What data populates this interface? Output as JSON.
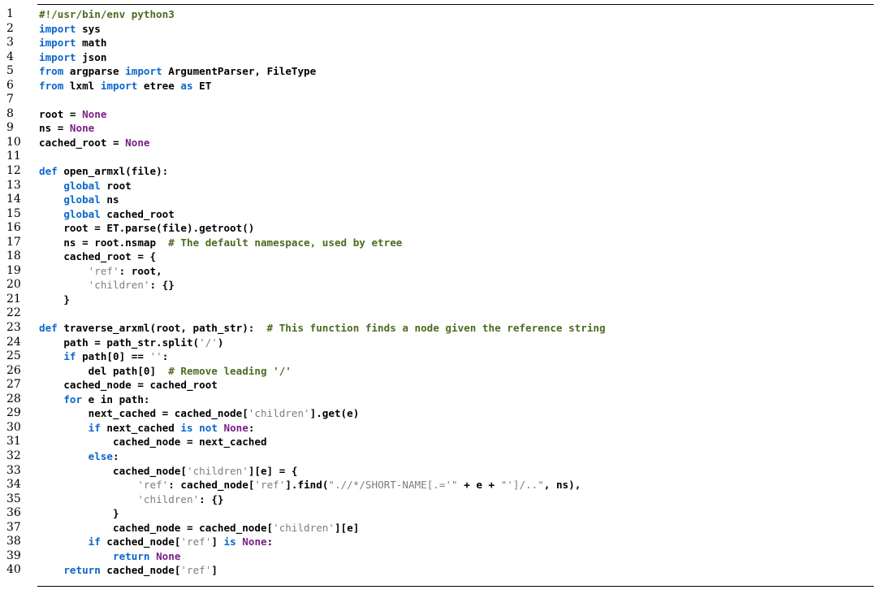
{
  "code_listing": {
    "colors": {
      "keyword": "#0a66cc",
      "constant": "#7a1f87",
      "string": "#7d7d7d",
      "comment": "#4b6b1f",
      "text": "#000000"
    },
    "lines": [
      {
        "n": "1",
        "t": [
          [
            "com",
            "#!/usr/bin/env python3"
          ]
        ]
      },
      {
        "n": "2",
        "t": [
          [
            "kw",
            "import"
          ],
          [
            "",
            " sys"
          ]
        ]
      },
      {
        "n": "3",
        "t": [
          [
            "kw",
            "import"
          ],
          [
            "",
            " math"
          ]
        ]
      },
      {
        "n": "4",
        "t": [
          [
            "kw",
            "import"
          ],
          [
            "",
            " json"
          ]
        ]
      },
      {
        "n": "5",
        "t": [
          [
            "kw",
            "from"
          ],
          [
            "",
            " argparse "
          ],
          [
            "kw",
            "import"
          ],
          [
            "",
            " ArgumentParser, FileType"
          ]
        ]
      },
      {
        "n": "6",
        "t": [
          [
            "kw",
            "from"
          ],
          [
            "",
            " lxml "
          ],
          [
            "kw",
            "import"
          ],
          [
            "",
            " etree "
          ],
          [
            "kw",
            "as"
          ],
          [
            "",
            " ET"
          ]
        ]
      },
      {
        "n": "7",
        "t": []
      },
      {
        "n": "8",
        "t": [
          [
            "",
            "root = "
          ],
          [
            "const",
            "None"
          ]
        ]
      },
      {
        "n": "9",
        "t": [
          [
            "",
            "ns = "
          ],
          [
            "const",
            "None"
          ]
        ]
      },
      {
        "n": "10",
        "t": [
          [
            "",
            "cached_root = "
          ],
          [
            "const",
            "None"
          ]
        ]
      },
      {
        "n": "11",
        "t": []
      },
      {
        "n": "12",
        "t": [
          [
            "kw",
            "def"
          ],
          [
            "",
            " open_armxl(file):"
          ]
        ]
      },
      {
        "n": "13",
        "t": [
          [
            "",
            "    "
          ],
          [
            "kw",
            "global"
          ],
          [
            "",
            " root"
          ]
        ]
      },
      {
        "n": "14",
        "t": [
          [
            "",
            "    "
          ],
          [
            "kw",
            "global"
          ],
          [
            "",
            " ns"
          ]
        ]
      },
      {
        "n": "15",
        "t": [
          [
            "",
            "    "
          ],
          [
            "kw",
            "global"
          ],
          [
            "",
            " cached_root"
          ]
        ]
      },
      {
        "n": "16",
        "t": [
          [
            "",
            "    root = ET.parse(file).getroot()"
          ]
        ]
      },
      {
        "n": "17",
        "t": [
          [
            "",
            "    ns = root.nsmap  "
          ],
          [
            "com",
            "# The default namespace, used by etree"
          ]
        ]
      },
      {
        "n": "18",
        "t": [
          [
            "",
            "    cached_root = {"
          ]
        ]
      },
      {
        "n": "19",
        "t": [
          [
            "",
            "        "
          ],
          [
            "str",
            "'ref'"
          ],
          [
            "",
            ": root,"
          ]
        ]
      },
      {
        "n": "20",
        "t": [
          [
            "",
            "        "
          ],
          [
            "str",
            "'children'"
          ],
          [
            "",
            ": {}"
          ]
        ]
      },
      {
        "n": "21",
        "t": [
          [
            "",
            "    }"
          ]
        ]
      },
      {
        "n": "22",
        "t": []
      },
      {
        "n": "23",
        "t": [
          [
            "kw",
            "def"
          ],
          [
            "",
            " traverse_arxml(root, path_str):  "
          ],
          [
            "com",
            "# This function finds a node given the reference string"
          ]
        ]
      },
      {
        "n": "24",
        "t": [
          [
            "",
            "    path = path_str.split("
          ],
          [
            "str",
            "'/'"
          ],
          [
            "",
            ")"
          ]
        ]
      },
      {
        "n": "25",
        "t": [
          [
            "",
            "    "
          ],
          [
            "kw",
            "if"
          ],
          [
            "",
            " path[0] == "
          ],
          [
            "str",
            "''"
          ],
          [
            "",
            ":"
          ]
        ]
      },
      {
        "n": "26",
        "t": [
          [
            "",
            "        del path[0]  "
          ],
          [
            "com",
            "# Remove leading '/'"
          ]
        ]
      },
      {
        "n": "27",
        "t": [
          [
            "",
            "    cached_node = cached_root"
          ]
        ]
      },
      {
        "n": "28",
        "t": [
          [
            "",
            "    "
          ],
          [
            "kw",
            "for"
          ],
          [
            "",
            " e in path:"
          ]
        ]
      },
      {
        "n": "29",
        "t": [
          [
            "",
            "        next_cached = cached_node["
          ],
          [
            "str",
            "'children'"
          ],
          [
            "",
            "].get(e)"
          ]
        ]
      },
      {
        "n": "30",
        "t": [
          [
            "",
            "        "
          ],
          [
            "kw",
            "if"
          ],
          [
            "",
            " next_cached "
          ],
          [
            "kw",
            "is not"
          ],
          [
            "",
            " "
          ],
          [
            "const",
            "None"
          ],
          [
            "",
            ":"
          ]
        ]
      },
      {
        "n": "31",
        "t": [
          [
            "",
            "            cached_node = next_cached"
          ]
        ]
      },
      {
        "n": "32",
        "t": [
          [
            "",
            "        "
          ],
          [
            "kw",
            "else"
          ],
          [
            "",
            ":"
          ]
        ]
      },
      {
        "n": "33",
        "t": [
          [
            "",
            "            cached_node["
          ],
          [
            "str",
            "'children'"
          ],
          [
            "",
            "][e] = {"
          ]
        ]
      },
      {
        "n": "34",
        "t": [
          [
            "",
            "                "
          ],
          [
            "str",
            "'ref'"
          ],
          [
            "",
            ": cached_node["
          ],
          [
            "str",
            "'ref'"
          ],
          [
            "",
            "].find("
          ],
          [
            "str",
            "\".//*/SHORT-NAME[.='\""
          ],
          [
            "",
            " + e + "
          ],
          [
            "str",
            "\"']/..\""
          ],
          [
            "",
            ", ns),"
          ]
        ]
      },
      {
        "n": "35",
        "t": [
          [
            "",
            "                "
          ],
          [
            "str",
            "'children'"
          ],
          [
            "",
            ": {}"
          ]
        ]
      },
      {
        "n": "36",
        "t": [
          [
            "",
            "            }"
          ]
        ]
      },
      {
        "n": "37",
        "t": [
          [
            "",
            "            cached_node = cached_node["
          ],
          [
            "str",
            "'children'"
          ],
          [
            "",
            "][e]"
          ]
        ]
      },
      {
        "n": "38",
        "t": [
          [
            "",
            "        "
          ],
          [
            "kw",
            "if"
          ],
          [
            "",
            " cached_node["
          ],
          [
            "str",
            "'ref'"
          ],
          [
            "",
            "] "
          ],
          [
            "kw",
            "is"
          ],
          [
            "",
            " "
          ],
          [
            "const",
            "None"
          ],
          [
            "",
            ":"
          ]
        ]
      },
      {
        "n": "39",
        "t": [
          [
            "",
            "            "
          ],
          [
            "kw",
            "return"
          ],
          [
            "",
            " "
          ],
          [
            "const",
            "None"
          ]
        ]
      },
      {
        "n": "40",
        "t": [
          [
            "",
            "    "
          ],
          [
            "kw",
            "return"
          ],
          [
            "",
            " cached_node["
          ],
          [
            "str",
            "'ref'"
          ],
          [
            "",
            "]"
          ]
        ]
      }
    ]
  }
}
